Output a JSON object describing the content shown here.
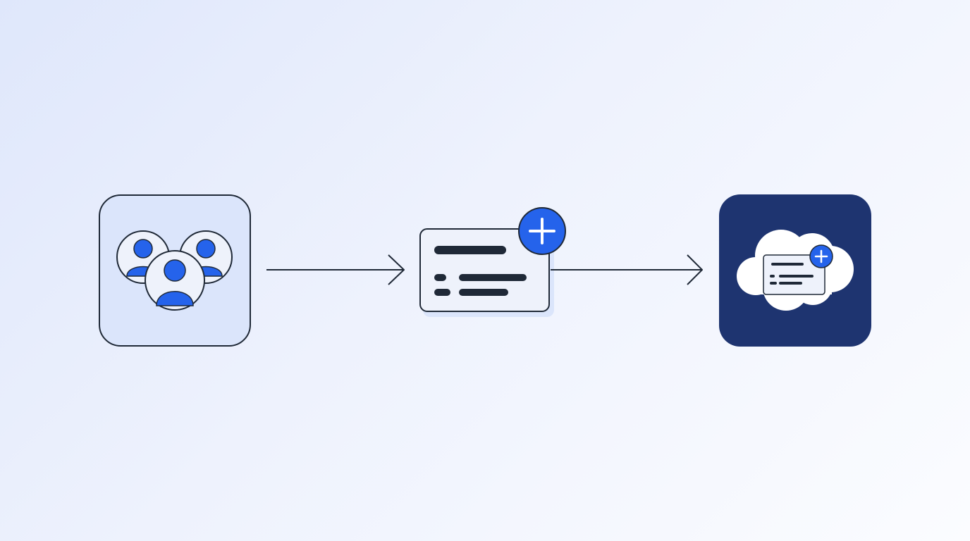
{
  "diagram": {
    "steps": [
      {
        "icon": "user-group-icon"
      },
      {
        "icon": "add-record-card-icon"
      },
      {
        "icon": "cloud-add-record-icon"
      }
    ],
    "connectors": [
      {
        "from": 0,
        "to": 1,
        "icon": "arrow-right-icon"
      },
      {
        "from": 1,
        "to": 2,
        "icon": "arrow-right-icon"
      }
    ]
  },
  "colors": {
    "background_start": "#dfe7fb",
    "background_end": "#fbfcff",
    "outline": "#1f2937",
    "accent_blue": "#2563eb",
    "navy": "#1e3470",
    "tile_light": "#dbe5fb",
    "card_fill": "#eef2fb",
    "white": "#ffffff"
  }
}
